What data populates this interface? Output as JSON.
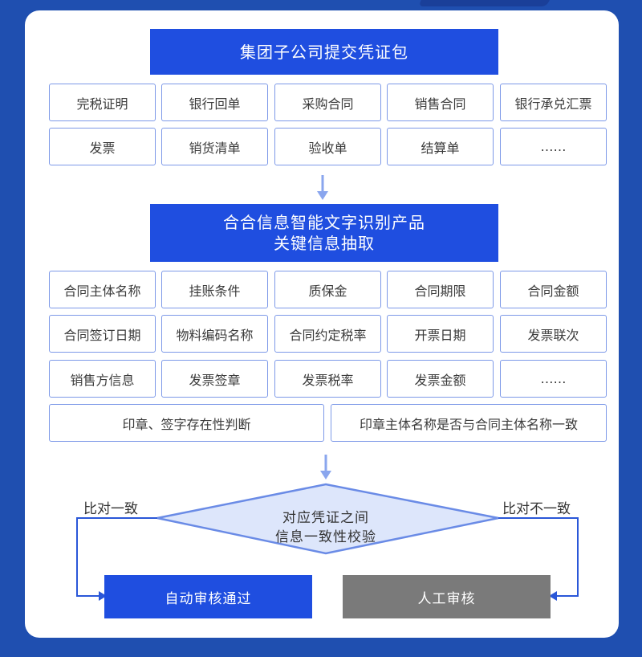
{
  "submit": {
    "title": "集团子公司提交凭证包"
  },
  "documents": [
    "完税证明",
    "银行回单",
    "采购合同",
    "销售合同",
    "银行承兑汇票",
    "发票",
    "销货清单",
    "验收单",
    "结算单",
    "……"
  ],
  "ocr": {
    "line1": "合合信息智能文字识别产品",
    "line2": "关键信息抽取"
  },
  "fields": [
    "合同主体名称",
    "挂账条件",
    "质保金",
    "合同期限",
    "合同金额",
    "合同签订日期",
    "物料编码名称",
    "合同约定税率",
    "开票日期",
    "发票联次",
    "销售方信息",
    "发票签章",
    "发票税率",
    "发票金额",
    "……"
  ],
  "checks": [
    "印章、签字存在性判断",
    "印章主体名称是否与合同主体名称一致"
  ],
  "decision": {
    "line1": "对应凭证之间",
    "line2": "信息一致性校验",
    "left_label": "比对一致",
    "right_label": "比对不一致"
  },
  "outcomes": {
    "pass": "自动审核通过",
    "manual": "人工审核"
  },
  "colors": {
    "primary": "#1f4ee0",
    "background": "#1f4fb0",
    "cell_border": "#7d99e8",
    "diamond_fill": "#dde6fb",
    "manual_gray": "#7a7a7a"
  }
}
